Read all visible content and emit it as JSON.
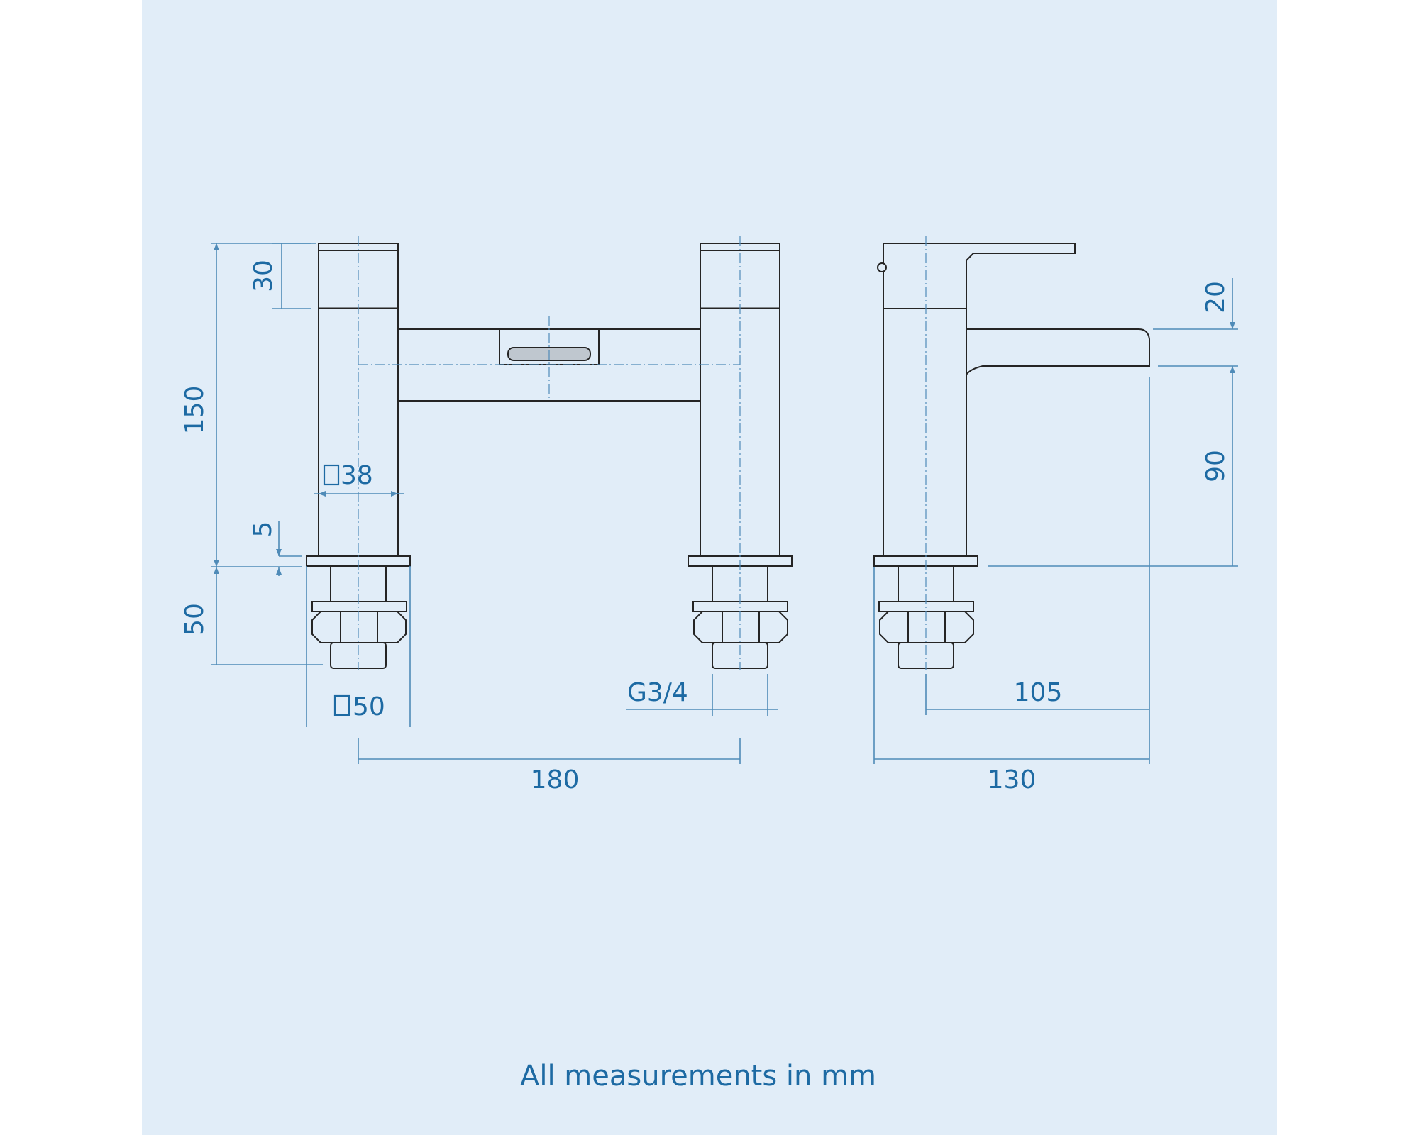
{
  "dimensions": {
    "handle_height": "30",
    "total_height": "150",
    "body_width": "38",
    "base_gap": "5",
    "tail_height": "50",
    "base_width": "50",
    "thread": "G3/4",
    "centers": "180",
    "spout_height": "20",
    "spout_clearance": "90",
    "reach": "105",
    "depth": "130"
  },
  "note": "All measurements in mm",
  "colors": {
    "background": "#e1edf8",
    "dimension": "#1d6aa3",
    "outline": "#252525"
  }
}
